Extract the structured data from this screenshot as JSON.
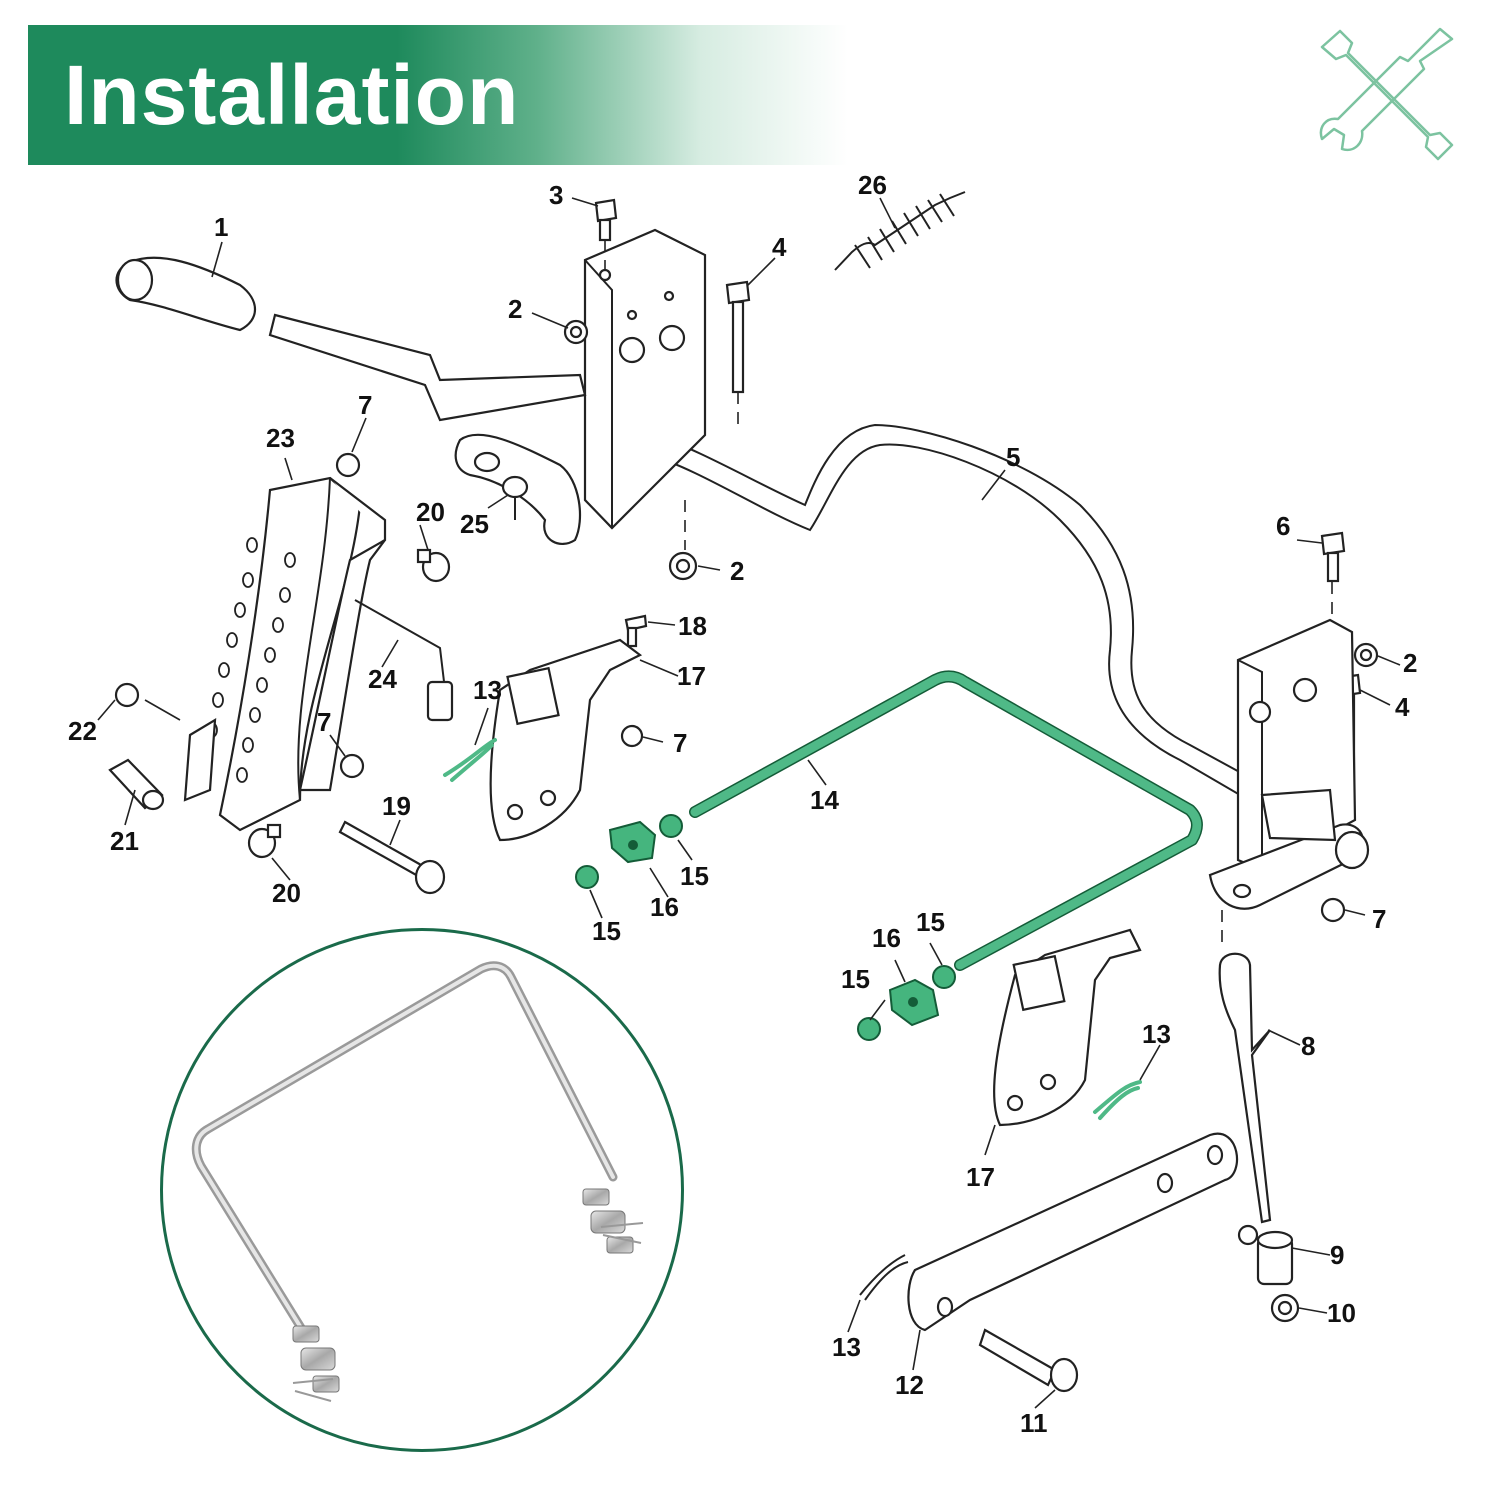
{
  "banner": {
    "title": "Installation"
  },
  "icons": {
    "tools": "wrench-screwdriver-icon"
  },
  "colors": {
    "brand_green": "#1e8a5c",
    "highlight_green": "#45b57e",
    "inset_border": "#1a6a4a"
  },
  "callouts": [
    {
      "id": "c1",
      "text": "1"
    },
    {
      "id": "c2a",
      "text": "2"
    },
    {
      "id": "c2b",
      "text": "2"
    },
    {
      "id": "c2c",
      "text": "2"
    },
    {
      "id": "c3",
      "text": "3"
    },
    {
      "id": "c4a",
      "text": "4"
    },
    {
      "id": "c4b",
      "text": "4"
    },
    {
      "id": "c5",
      "text": "5"
    },
    {
      "id": "c6",
      "text": "6"
    },
    {
      "id": "c7a",
      "text": "7"
    },
    {
      "id": "c7b",
      "text": "7"
    },
    {
      "id": "c7c",
      "text": "7"
    },
    {
      "id": "c7d",
      "text": "7"
    },
    {
      "id": "c8",
      "text": "8"
    },
    {
      "id": "c9",
      "text": "9"
    },
    {
      "id": "c10",
      "text": "10"
    },
    {
      "id": "c11",
      "text": "11"
    },
    {
      "id": "c12",
      "text": "12"
    },
    {
      "id": "c13a",
      "text": "13"
    },
    {
      "id": "c13b",
      "text": "13"
    },
    {
      "id": "c13c",
      "text": "13"
    },
    {
      "id": "c14",
      "text": "14"
    },
    {
      "id": "c15a",
      "text": "15"
    },
    {
      "id": "c15b",
      "text": "15"
    },
    {
      "id": "c15c",
      "text": "15"
    },
    {
      "id": "c15d",
      "text": "15"
    },
    {
      "id": "c16a",
      "text": "16"
    },
    {
      "id": "c16b",
      "text": "16"
    },
    {
      "id": "c17a",
      "text": "17"
    },
    {
      "id": "c17b",
      "text": "17"
    },
    {
      "id": "c18",
      "text": "18"
    },
    {
      "id": "c19",
      "text": "19"
    },
    {
      "id": "c20a",
      "text": "20"
    },
    {
      "id": "c20b",
      "text": "20"
    },
    {
      "id": "c21",
      "text": "21"
    },
    {
      "id": "c22",
      "text": "22"
    },
    {
      "id": "c23",
      "text": "23"
    },
    {
      "id": "c24",
      "text": "24"
    },
    {
      "id": "c25",
      "text": "25"
    },
    {
      "id": "c26",
      "text": "26"
    }
  ]
}
